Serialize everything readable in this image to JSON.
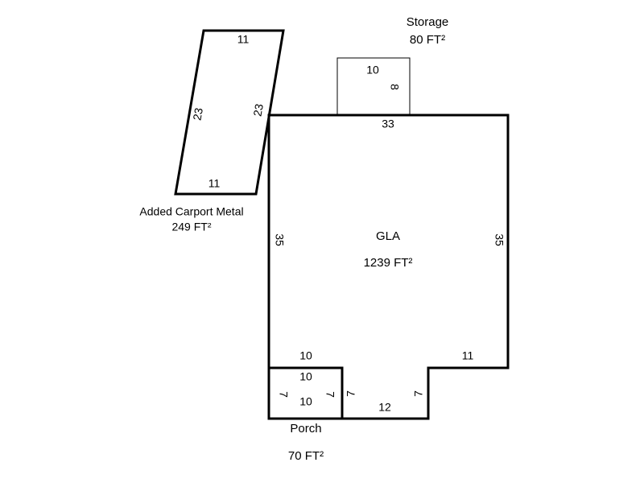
{
  "carport": {
    "name": "Added Carport Metal",
    "area": "249 FT²",
    "top": "11",
    "bottom": "11",
    "left": "23",
    "right": "23"
  },
  "storage": {
    "name": "Storage",
    "area": "80 FT²",
    "width": "10",
    "depth": "8"
  },
  "gla": {
    "name": "GLA",
    "area": "1239 FT²",
    "top": "33",
    "left": "35",
    "right": "35",
    "bottom_left": "10",
    "bottom_right": "11",
    "notch_left": "7",
    "notch_right": "7",
    "notch_bottom": "12"
  },
  "porch": {
    "name": "Porch",
    "area": "70 FT²",
    "top": "10",
    "bottom": "10",
    "left": "7",
    "right": "7"
  }
}
